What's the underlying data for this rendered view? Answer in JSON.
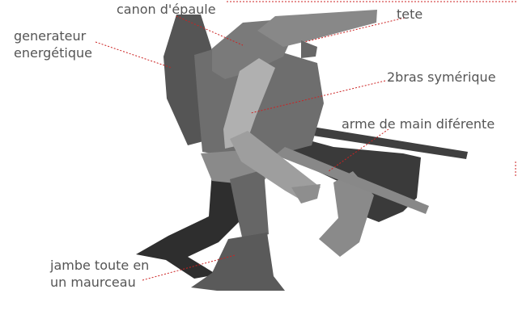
{
  "labels": {
    "shoulder_cannon": "canon d'épaule",
    "head": "tete",
    "generator_line1": "generateur",
    "generator_line2": "energétique",
    "arms": "2bras symérique",
    "hand_weapon": "arme de main diférente",
    "leg_line1": "jambe toute en",
    "leg_line2": "un maurceau"
  },
  "colors": {
    "label_text": "#555555",
    "leader_line": "#cc2222",
    "darkest": "#2e2e2e",
    "dark": "#444444",
    "mid_dark": "#555555",
    "mid": "#6a6a6a",
    "mid_light": "#7f7f7f",
    "light": "#8c8c8c",
    "lightest": "#b0b0b0"
  }
}
